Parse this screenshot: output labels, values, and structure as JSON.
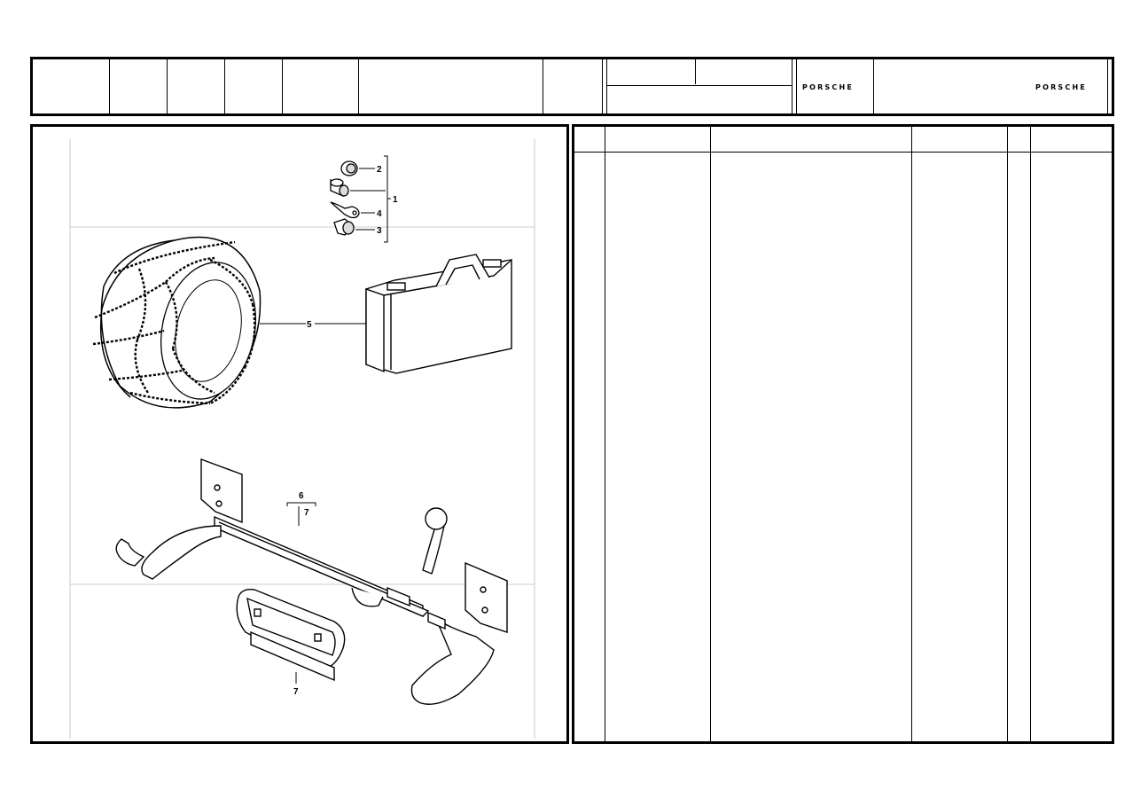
{
  "header": {
    "brand_left": "PORSCHE",
    "brand_right": "PORSCHE"
  },
  "callouts": {
    "item_1": "1",
    "item_2": "2",
    "item_3": "3",
    "item_4": "4",
    "item_5": "5",
    "item_6": "6",
    "item_7_upper": "7",
    "item_7_lower": "7"
  },
  "parts_list": {
    "rows": []
  }
}
